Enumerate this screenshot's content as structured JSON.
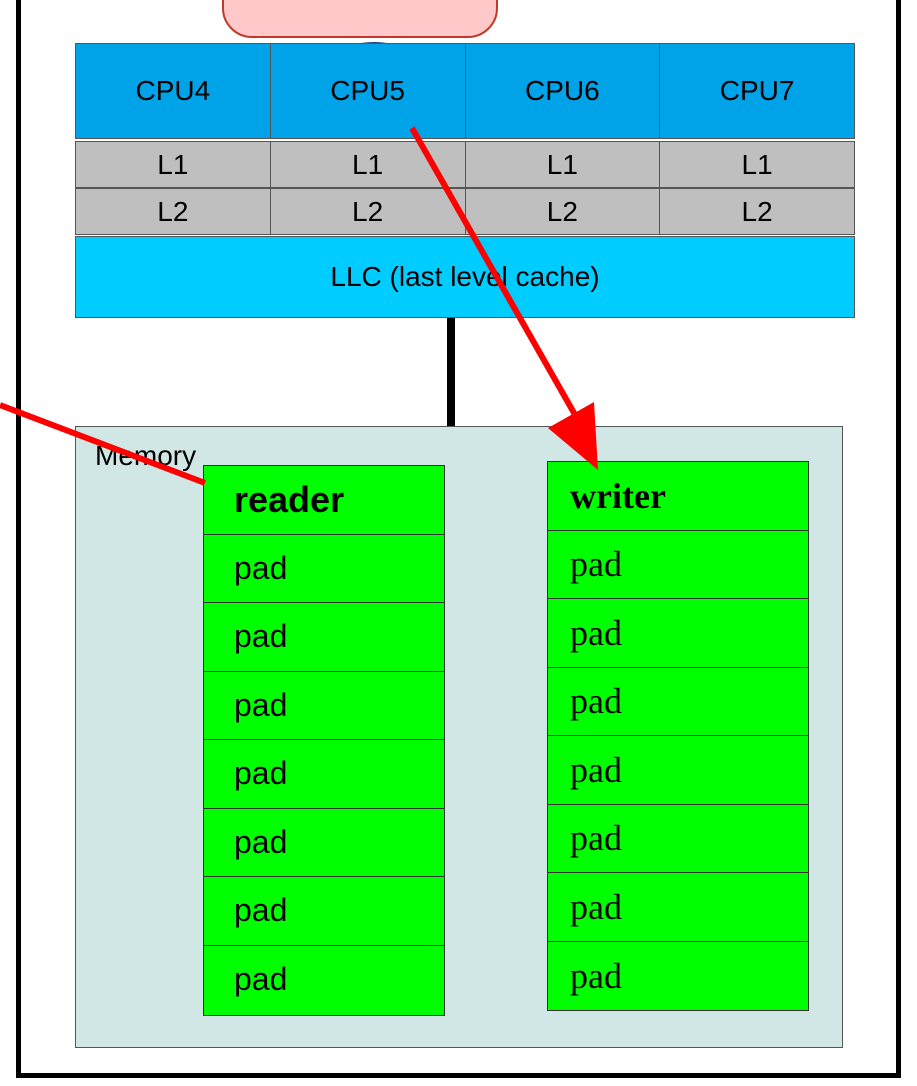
{
  "cpus": [
    "CPU4",
    "CPU5",
    "CPU6",
    "CPU7"
  ],
  "l1": [
    "L1",
    "L1",
    "L1",
    "L1"
  ],
  "l2": [
    "L2",
    "L2",
    "L2",
    "L2"
  ],
  "llc_label": "LLC (last level cache)",
  "memory_label": "Memory",
  "reader": {
    "title": "reader",
    "rows": [
      "pad",
      "pad",
      "pad",
      "pad",
      "pad",
      "pad",
      "pad"
    ]
  },
  "writer": {
    "title": "writer",
    "rows": [
      "pad",
      "pad",
      "pad",
      "pad",
      "pad",
      "pad",
      "pad"
    ]
  },
  "colors": {
    "cpu": "#00a3e8",
    "cache": "#bfbfbf",
    "llc": "#00ccff",
    "memory": "#d0e7e5",
    "cell": "#00ff00",
    "arrow": "#ff0000"
  }
}
